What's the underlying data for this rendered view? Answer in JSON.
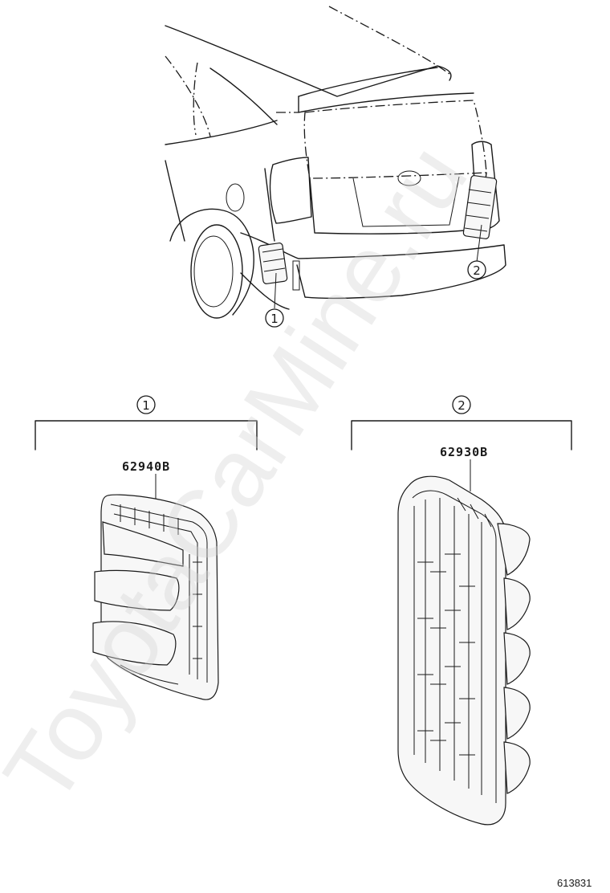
{
  "callouts": [
    {
      "id": "1",
      "label": "1"
    },
    {
      "id": "2",
      "label": "2"
    }
  ],
  "parts": [
    {
      "callout": "1",
      "part_number": "62940B"
    },
    {
      "callout": "2",
      "part_number": "62930B"
    }
  ],
  "figure_number": "613831",
  "watermark": "ToyotaCarMine.ru",
  "colors": {
    "line": "#1a1a1a",
    "background": "#ffffff",
    "watermark": "#d4d4d4"
  }
}
